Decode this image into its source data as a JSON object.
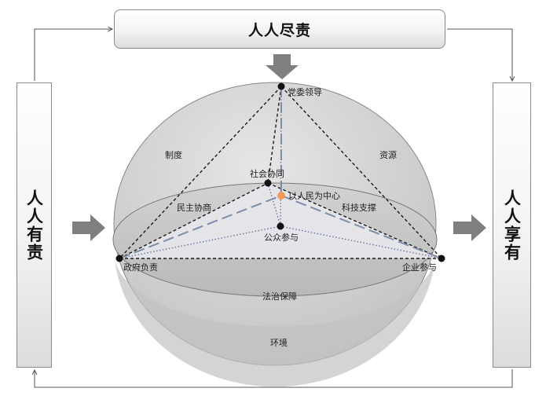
{
  "top_box": {
    "text": "人人尽责"
  },
  "left_box": {
    "text": "人人有责"
  },
  "right_box": {
    "text": "人人享有"
  },
  "labels": {
    "party": "党委领导",
    "system": "制度",
    "resources": "资源",
    "social": "社会协同",
    "center": "以人民为中心",
    "democracy": "民主协商",
    "tech": "科技支撑",
    "public": "公众参与",
    "government": "政府负责",
    "enterprise": "企业参与",
    "law": "法治保障",
    "environment": "环境"
  },
  "colors": {
    "sphere_light": "#dcdcdc",
    "sphere_mid": "#c9c9c9",
    "sphere_dark": "#b4b4b4",
    "arrow": "#7f7f7f",
    "center_dot": "#f29a5a",
    "dashed_blue": "#7d8ea6"
  }
}
